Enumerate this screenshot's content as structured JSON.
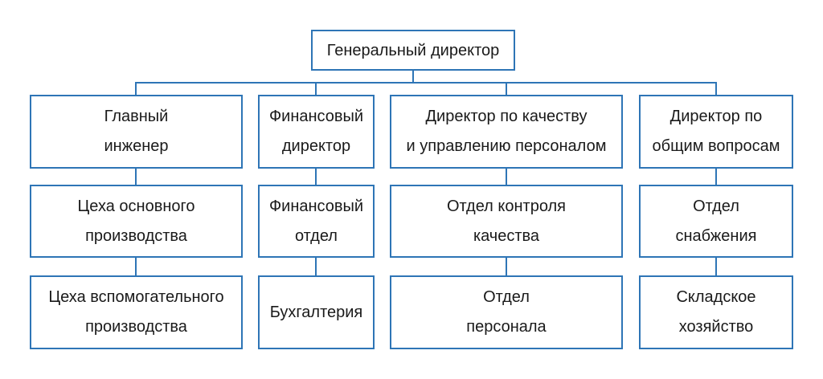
{
  "theme": {
    "background": "#ffffff",
    "line_color": "#2e75b6",
    "text_color": "#1a1a1a"
  },
  "org_chart": {
    "type": "org-tree",
    "root": {
      "label": "Генеральный директор"
    },
    "columns": [
      {
        "head": {
          "label": "Главный\nинженер"
        },
        "mid": {
          "label": "Цеха основного\nпроизводства"
        },
        "bottom": {
          "label": "Цеха вспомогательного\nпроизводства"
        }
      },
      {
        "head": {
          "label": "Финансовый\nдиректор"
        },
        "mid": {
          "label": "Финансовый\nотдел"
        },
        "bottom": {
          "label": "Бухгалтерия"
        }
      },
      {
        "head": {
          "label": "Директор по качеству\nи управлению персоналом"
        },
        "mid": {
          "label": "Отдел контроля\nкачества"
        },
        "bottom": {
          "label": "Отдел\nперсонала"
        }
      },
      {
        "head": {
          "label": "Директор по\nобщим вопросам"
        },
        "mid": {
          "label": "Отдел\nснабжения"
        },
        "bottom": {
          "label": "Складское\nхозяйство"
        }
      }
    ]
  }
}
